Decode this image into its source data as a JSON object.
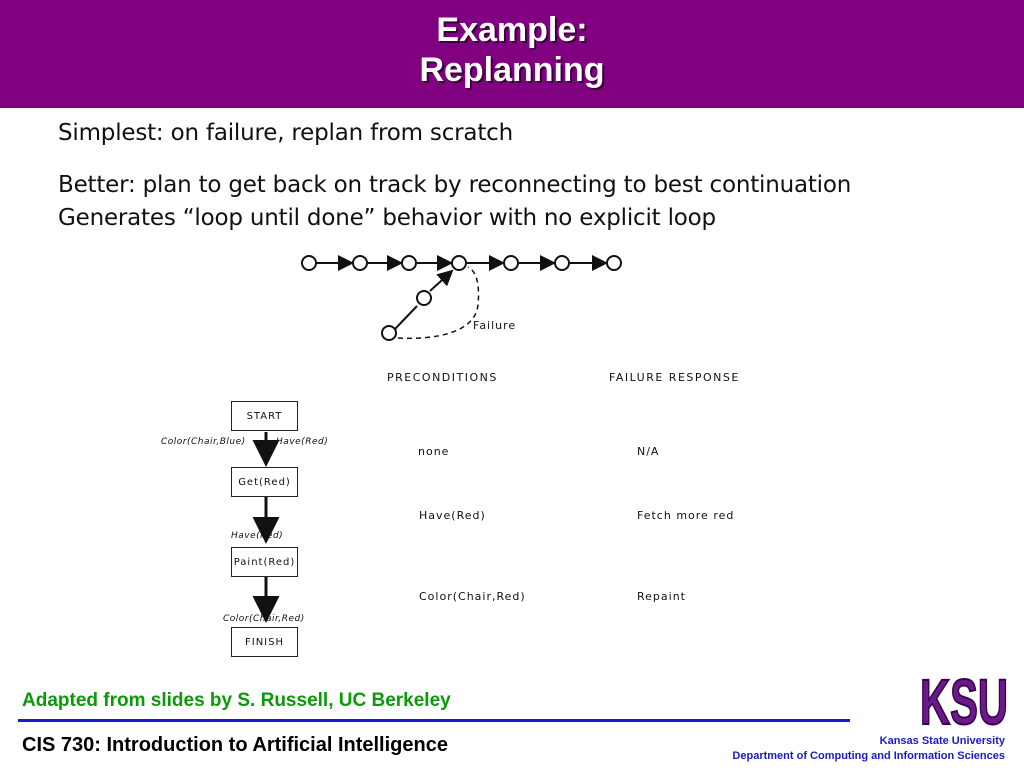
{
  "slide": {
    "title_line1": "Example:",
    "title_line2": "Replanning",
    "body": {
      "line1": "Simplest: on failure, replan from scratch",
      "line2": "Better: plan to get back on track by reconnecting to best continuation",
      "line3": "Generates “loop until done” behavior with no explicit loop"
    },
    "diagram": {
      "failure_label": "Failure"
    },
    "table": {
      "headers": [
        "PRECONDITIONS",
        "FAILURE RESPONSE"
      ],
      "rows": [
        {
          "precondition": "none",
          "response": "N/A"
        },
        {
          "precondition": "Have(Red)",
          "response": "Fetch more red"
        },
        {
          "precondition": "Color(Chair,Red)",
          "response": "Repaint"
        }
      ]
    },
    "plan": {
      "steps": [
        "START",
        "Get(Red)",
        "Paint(Red)",
        "FINISH"
      ],
      "conditions": {
        "start_left": "Color(Chair,Blue)",
        "start_right": "¬Have(Red)",
        "get": "Have(Red)",
        "paint": "Color(Chair,Red)"
      }
    },
    "footer": {
      "credit": "Adapted from slides by S. Russell, UC Berkeley",
      "course": "CIS 730: Introduction to Artificial Intelligence",
      "university": "Kansas State University",
      "department": "Department of Computing and Information Sciences",
      "logo_text": "KSU"
    }
  },
  "colors": {
    "header": "#800080",
    "credit": "#0a9a0a",
    "divider": "#1a1acc",
    "logo": "#6a1a8a"
  }
}
